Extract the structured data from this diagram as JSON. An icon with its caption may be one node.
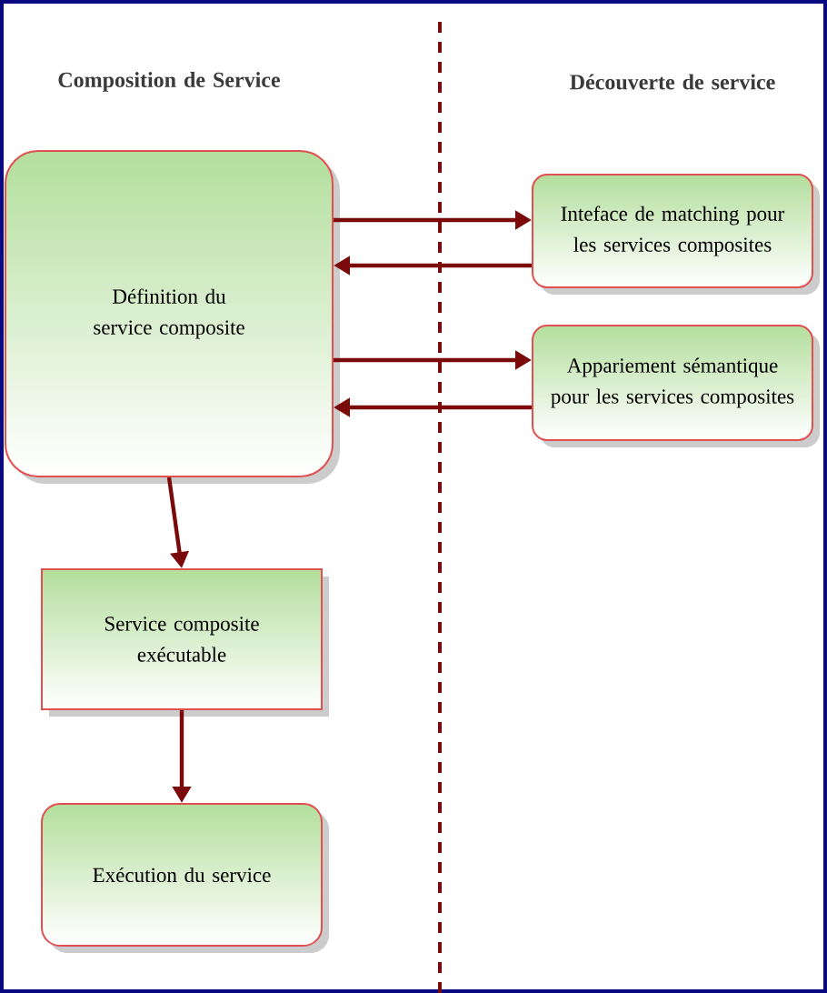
{
  "diagram": {
    "nodes": [
      {
        "text": [
          "Définition du service composite"
        ]
      },
      {
        "text": [
          "Inteface de matching pour les services composites"
        ]
      },
      {
        "text": [
          "Appariement sémantique pour les services composites"
        ]
      },
      {
        "text": [
          "Service composite exécutable"
        ]
      },
      {
        "text": [
          "Exécution du service"
        ]
      }
    ],
    "edges": [
      {
        "from": 0,
        "to": 1,
        "arrow": "to"
      },
      {
        "from": 1,
        "to": 0,
        "arrow": "to"
      },
      {
        "from": 0,
        "to": 2,
        "arrow": "to"
      },
      {
        "from": 2,
        "to": 0,
        "arrow": "to"
      },
      {
        "from": 0,
        "to": 3,
        "arrow": "to"
      },
      {
        "from": 3,
        "to": 4,
        "arrow": "to"
      }
    ],
    "labels": [
      "Composition de Service",
      "Découverte de service"
    ]
  }
}
